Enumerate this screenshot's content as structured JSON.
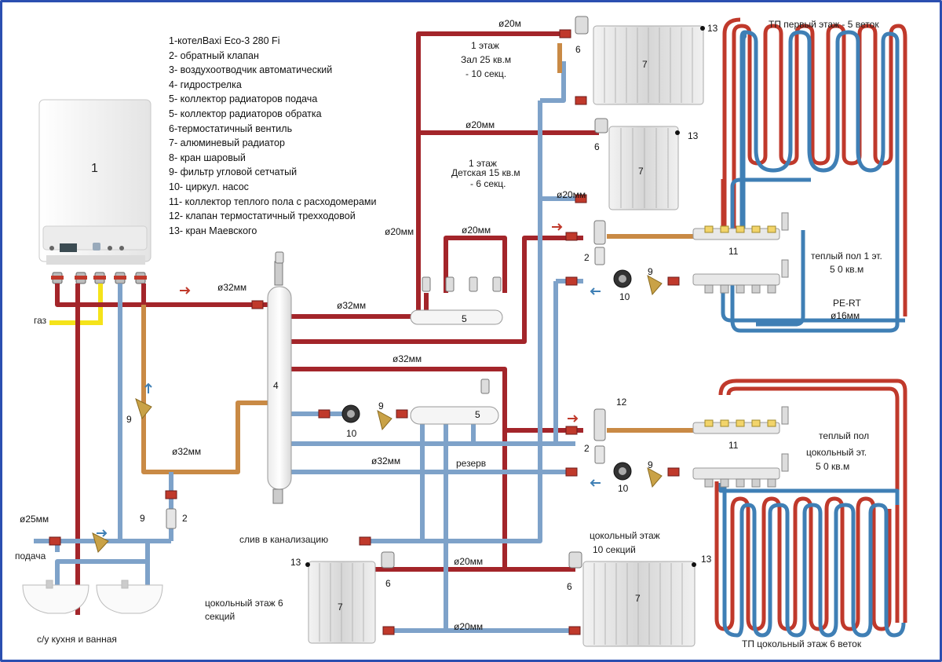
{
  "legend": [
    "1-котелBaxi Eco-3 280 Fi",
    "2- обратный клапан",
    "3- воздухоотводчик автоматический",
    "4- гидрострелка",
    "5- коллектор радиаторов подача",
    "5- коллектор радиаторов обратка",
    "6-термостатичный вентиль",
    "7- алюминевый радиатор",
    "8- кран шаровый",
    "9- фильтр угловой сетчатый",
    "10- циркул. насос",
    "11- коллектор теплого пола с расходомерами",
    "12- клапан термостатичный  трехходовой",
    "13- кран Маевского"
  ],
  "labels": {
    "boiler": "1",
    "gas": "газ",
    "supply": "подача",
    "sinks": "с/у кухня и  ванная",
    "drain": "слив в канализацию",
    "reserve": "резерв",
    "floor1_title": "ТП первый этаж - 5 веток",
    "floor0_title": "ТП цокольный этаж 6 веток",
    "warm1_line1": "теплый пол 1 эт.",
    "warm1_line2": "5 0 кв.м",
    "warm0_line1": "теплый пол",
    "warm0_line2": "цокольный эт.",
    "warm0_line3": "5 0 кв.м",
    "pert": "PE-RT",
    "room1_line1": "1 этаж",
    "room1_line2": "Зал 25 кв.м",
    "room1_line3": "- 10 секц.",
    "room2_line1": "1 этаж",
    "room2_line2": "Детская 15 кв.м",
    "room2_line3": "- 6 секц.",
    "room3_line1": "цокольный этаж",
    "room3_line2": "10 секций",
    "room4_line1": "цокольный этаж 6",
    "room4_line2": "секций"
  },
  "dims": {
    "d20m": "ø20м",
    "d20mm": "ø20мм",
    "d32mm": "ø32мм",
    "d25mm": "ø25мм",
    "d16mm": "ø16мм"
  },
  "numbers": {
    "n1": "1",
    "n2": "2",
    "n4": "4",
    "n5": "5",
    "n6": "6",
    "n7": "7",
    "n9": "9",
    "n10": "10",
    "n11": "11",
    "n12": "12",
    "n13": "13"
  },
  "colors": {
    "hot": "#a3252a",
    "cold": "#7ea2c9",
    "brass": "#c98a45",
    "gas": "#f5e31a",
    "loop_red": "#c0392b",
    "loop_blue": "#3f7fb5",
    "frame": "#2b4fb0"
  }
}
